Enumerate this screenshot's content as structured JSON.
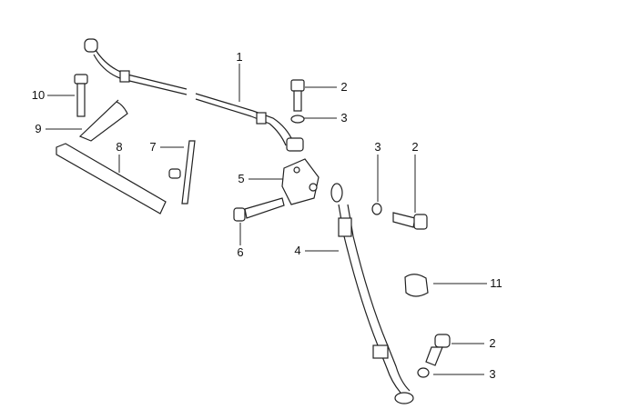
{
  "diagram": {
    "callouts": [
      {
        "id": "c1",
        "number": "1",
        "part": "brake-line"
      },
      {
        "id": "c2a",
        "number": "2",
        "part": "banjo-bolt"
      },
      {
        "id": "c3a",
        "number": "3",
        "part": "sealing-washer"
      },
      {
        "id": "c10",
        "number": "10",
        "part": "bolt"
      },
      {
        "id": "c9",
        "number": "9",
        "part": "spring-clip"
      },
      {
        "id": "c8",
        "number": "8",
        "part": "rubber-strip"
      },
      {
        "id": "c7",
        "number": "7",
        "part": "line-holder"
      },
      {
        "id": "c5",
        "number": "5",
        "part": "distributor-tee"
      },
      {
        "id": "c3b",
        "number": "3",
        "part": "sealing-washer"
      },
      {
        "id": "c2b",
        "number": "2",
        "part": "banjo-bolt"
      },
      {
        "id": "c6",
        "number": "6",
        "part": "bleeder-screw"
      },
      {
        "id": "c4",
        "number": "4",
        "part": "brake-hose"
      },
      {
        "id": "c11",
        "number": "11",
        "part": "hose-clamp"
      },
      {
        "id": "c2c",
        "number": "2",
        "part": "banjo-bolt"
      },
      {
        "id": "c3c",
        "number": "3",
        "part": "sealing-washer"
      }
    ]
  }
}
